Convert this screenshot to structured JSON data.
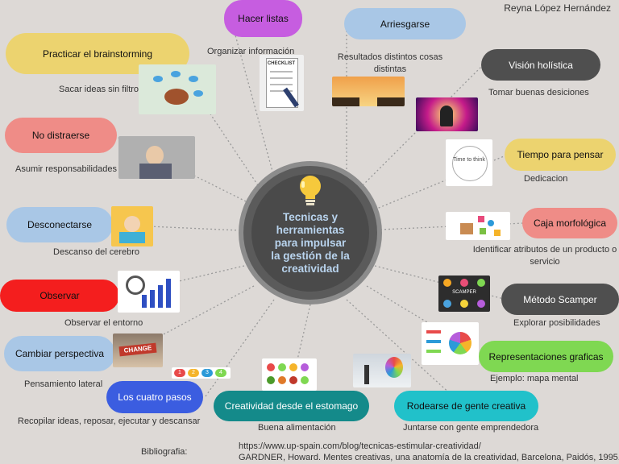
{
  "author": "Reyna López Hernández",
  "center": {
    "title": "Tecnicas y\nherramientas\npara impulsar\nla gestión de la\ncreatividad"
  },
  "nodes": [
    {
      "id": "hacer-listas",
      "label": "Hacer listas",
      "note": "Organizar información"
    },
    {
      "id": "arriesgarse",
      "label": "Arriesgarse",
      "note": "Resultados distintos cosas distintas"
    },
    {
      "id": "brainstorming",
      "label": "Practicar el brainstorming",
      "note": "Sacar ideas sin filtros"
    },
    {
      "id": "vision-holistica",
      "label": "Visión holística",
      "note": "Tomar buenas desiciones"
    },
    {
      "id": "no-distraerse",
      "label": "No distraerse",
      "note": "Asumir responsabilidades"
    },
    {
      "id": "tiempo-pensar",
      "label": "Tiempo para pensar",
      "note": "Dedicacion"
    },
    {
      "id": "desconectarse",
      "label": "Desconectarse",
      "note": "Descanso del cerebro"
    },
    {
      "id": "caja-morfologica",
      "label": "Caja morfológica",
      "note": "Identificar atributos de un producto o servicio"
    },
    {
      "id": "observar",
      "label": "Observar",
      "note": "Observar el entorno"
    },
    {
      "id": "metodo-scamper",
      "label": "Método Scamper",
      "note": "Explorar posibilidades"
    },
    {
      "id": "cambiar-perspectiva",
      "label": "Cambiar perspectiva",
      "note": "Pensamiento lateral"
    },
    {
      "id": "representaciones-graficas",
      "label": "Representaciones graficas",
      "note": "Ejemplo: mapa mental"
    },
    {
      "id": "cuatro-pasos",
      "label": "Los cuatro pasos",
      "note": "Recopilar ideas, reposar, ejecutar  y descansar"
    },
    {
      "id": "estomago",
      "label": "Creatividad desde el estomago",
      "note": "Buena  alimentación"
    },
    {
      "id": "gente-creativa",
      "label": "Rodearse de gente creativa",
      "note": "Juntarse con gente emprendedora"
    }
  ],
  "image_text": {
    "checklist": "CHECKLIST",
    "change": "CHANGE",
    "time_to_think": "Time to think",
    "scamper": "SCAMPER",
    "steps": [
      "1",
      "2",
      "3",
      "4"
    ]
  },
  "bibliography": {
    "label": "Bibliografia:",
    "entries": [
      "https://www.up-spain.com/blog/tecnicas-estimular-creatividad/",
      "GARDNER, Howard. Mentes creativas, una anatomía de la creatividad, Barcelona, Paidós, 1995."
    ]
  },
  "colors": {
    "background": "#ddd9d6",
    "purple": "#c65de0",
    "lightblue": "#a9c7e6",
    "yellow": "#ecd36f",
    "darkgray": "#4f4f4f",
    "pink": "#ef8c87",
    "red": "#f41e1e",
    "darkblue": "#3b5de0",
    "green": "#7fd852",
    "teal": "#148a8a",
    "cyan": "#21c1ca"
  }
}
